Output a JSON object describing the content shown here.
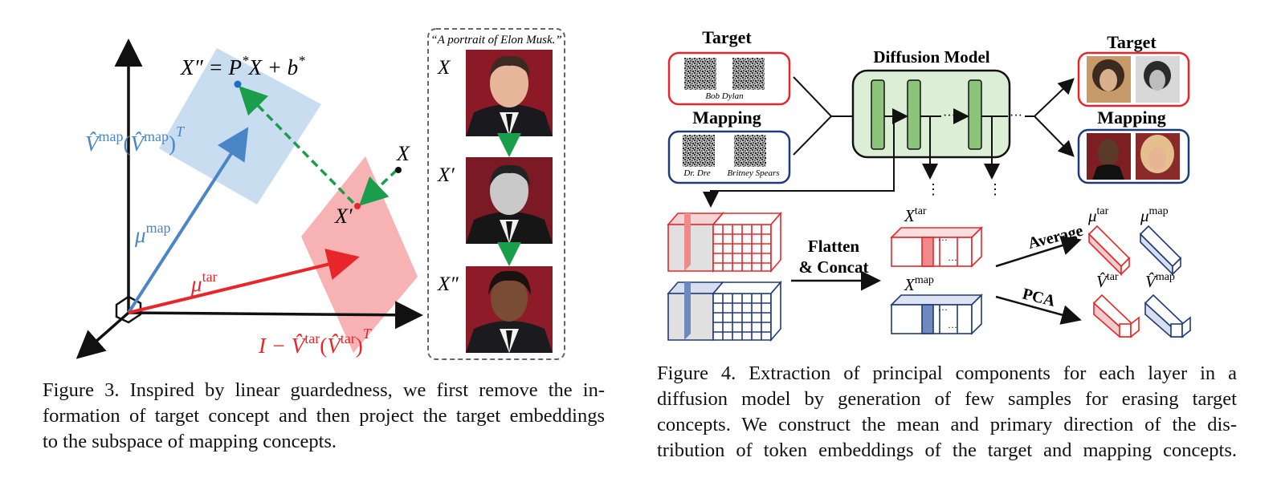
{
  "figure3": {
    "equation_lhs": "X″ = P",
    "equation_rhs": "X + b",
    "star": "*",
    "label_vmap": "V̂",
    "sup_map": "map",
    "sup_tar": "tar",
    "sup_T": "T",
    "label_X": "X",
    "label_Xp": "X′",
    "label_Xpp": "X″",
    "label_mu": "μ",
    "label_I_minus": "I − V̂",
    "prompt": "“A portrait of Elon Musk.”",
    "portrait_labels": [
      "X",
      "X′",
      "X″"
    ],
    "colors": {
      "blue": "#4a86c5",
      "red": "#e8262a",
      "green": "#1a9e4b",
      "blue_plane": "#c9ddf1",
      "red_plane": "#f7b3b3"
    }
  },
  "figure4": {
    "target_label": "Target",
    "mapping_label": "Mapping",
    "diffusion_label": "Diffusion Model",
    "target_names": [
      "Bob Dylan"
    ],
    "mapping_names": [
      "Dr. Dre",
      "Britney Spears"
    ],
    "output_target_label": "Target",
    "output_mapping_label": "Mapping",
    "flatten_label_1": "Flatten",
    "flatten_label_2": "& Concat",
    "xtar": "X",
    "xmap": "X",
    "average_label": "Average",
    "pca_label": "PCA",
    "mu": "μ",
    "vhat": "V̂",
    "sup_tar": "tar",
    "sup_map": "map",
    "dots": "···",
    "vdots": "⋮",
    "colors": {
      "red": "#e8262a",
      "navy": "#1f3a7a",
      "green_fill": "#dcefd6",
      "green_block": "#8cc57a"
    }
  },
  "captions": {
    "fig3": [
      "Figure 3. Inspired by linear guardedness, we first remove the in-",
      "formation of target concept and then project the target embeddings",
      "to the subspace of mapping concepts."
    ],
    "fig4": [
      "Figure 4. Extraction of principal components for each layer in a",
      "diffusion model by generation of few samples for erasing target",
      "concepts. We construct the mean and primary direction of the dis-",
      "tribution of token embeddings of the target and mapping concepts."
    ]
  }
}
